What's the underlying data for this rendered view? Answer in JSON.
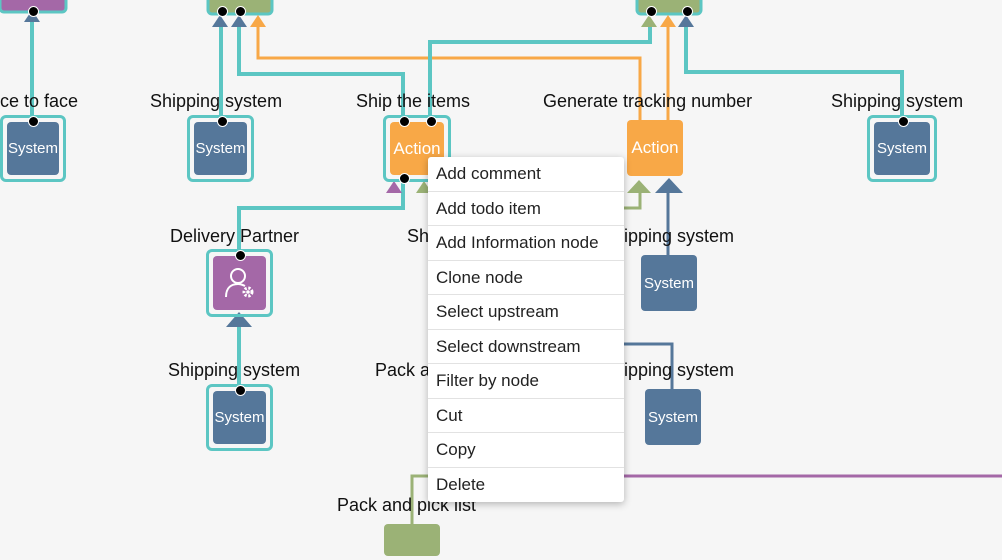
{
  "labels": {
    "face": "ce to face",
    "shipping1": "Shipping system",
    "ship_items": "Ship the items",
    "gen_tracking": "Generate tracking number",
    "shipping2": "Shipping system",
    "delivery": "Delivery Partner",
    "sh_partial": "Sh",
    "shipping3": "ipping system",
    "shipping4": "Shipping system",
    "pack_partial": "Pack a",
    "shipping5": "ipping system",
    "pack_pick": "Pack and pick list"
  },
  "node_text": {
    "system": "System",
    "action": "Action"
  },
  "colors": {
    "selected_edge": "#5cc6c3",
    "orange_edge": "#f8a847",
    "system": "#55779a",
    "action": "#f8a847",
    "person": "#a468a7",
    "pack": "#9bb276",
    "purple_line": "#a468a7"
  },
  "context_menu": {
    "items": [
      "Add comment",
      "Add todo item",
      "Add Information node",
      "Clone node",
      "Select upstream",
      "Select downstream",
      "Filter by node",
      "Cut",
      "Copy",
      "Delete"
    ]
  }
}
